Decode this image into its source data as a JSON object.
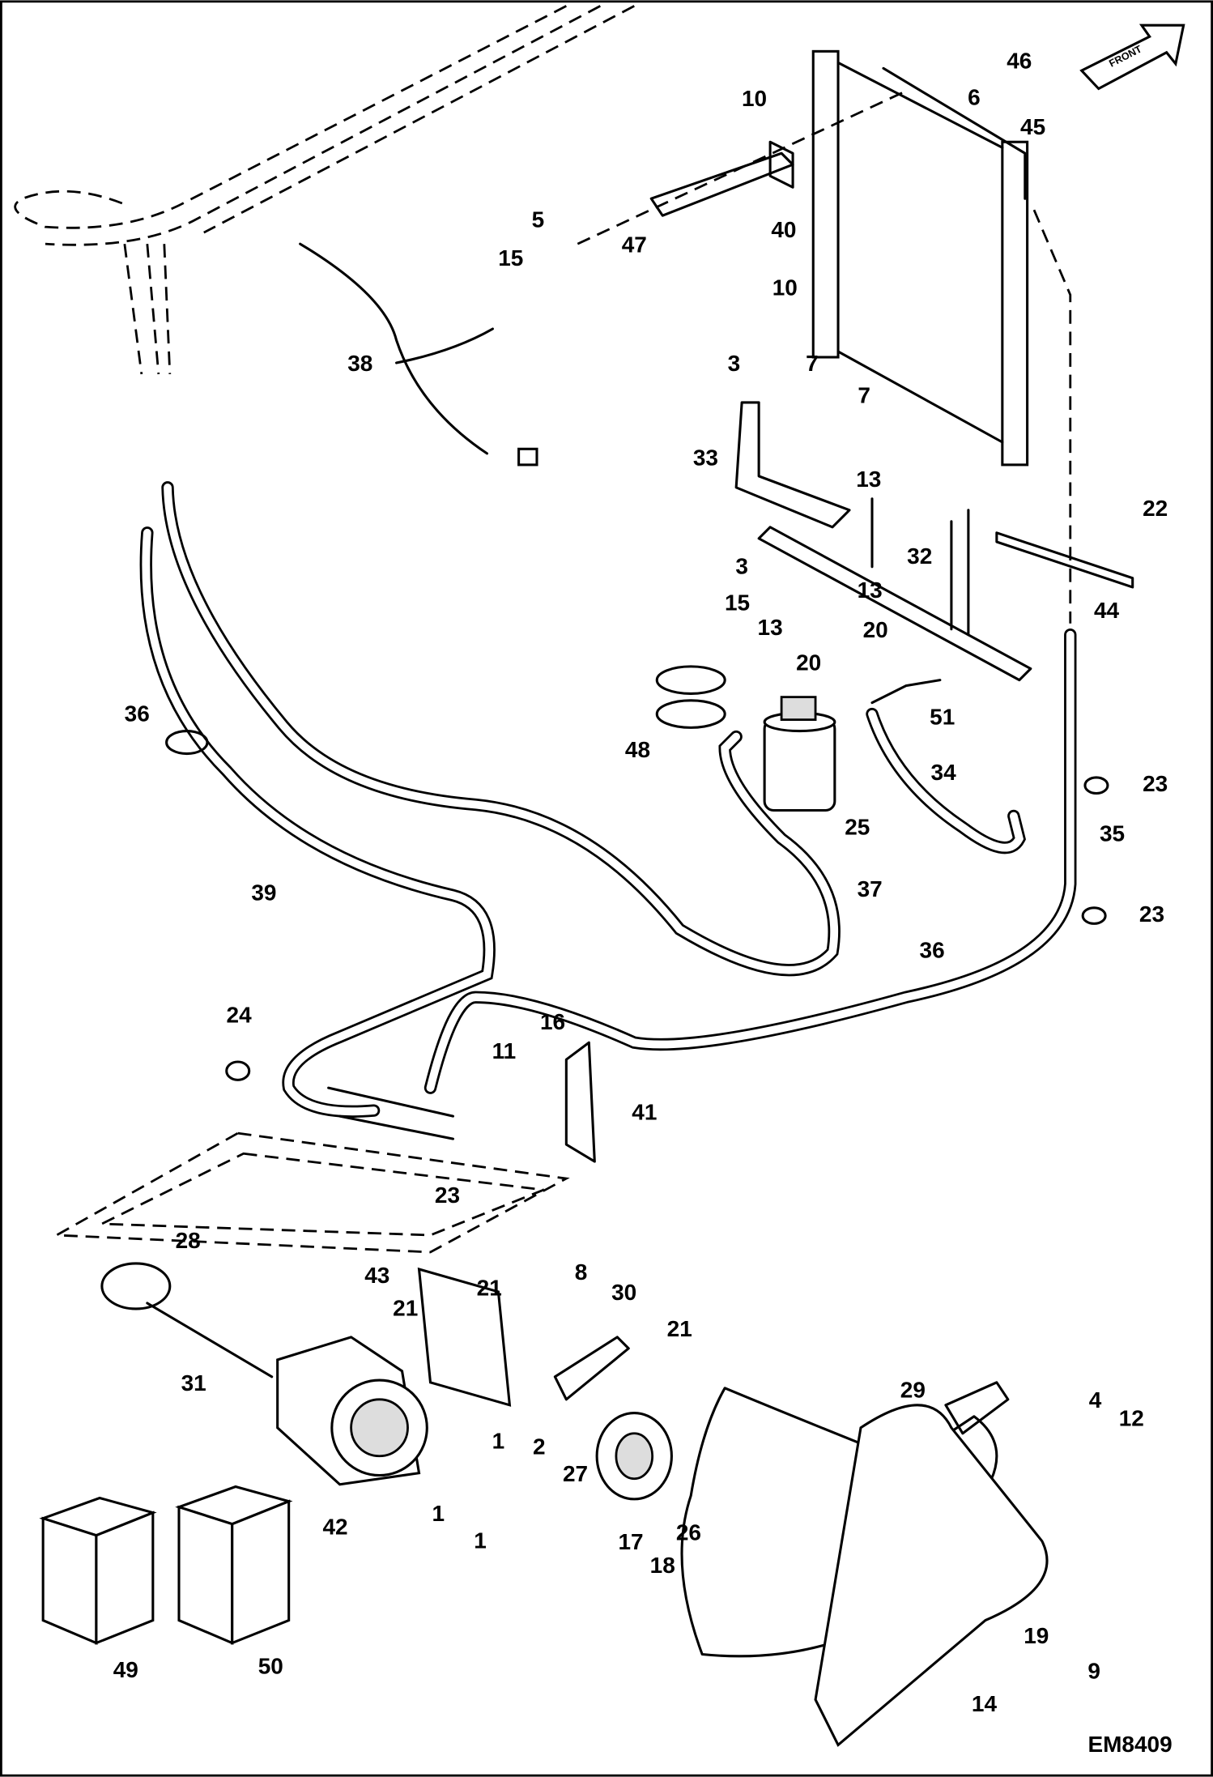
{
  "drawing_code": "EM8409",
  "orientation_arrow": {
    "label": "FRONT"
  },
  "callouts": [
    "46",
    "6",
    "45",
    "10",
    "40",
    "5",
    "15",
    "47",
    "10",
    "38",
    "3",
    "7",
    "7",
    "33",
    "13",
    "22",
    "32",
    "3",
    "15",
    "13",
    "13",
    "20",
    "20",
    "44",
    "36",
    "48",
    "51",
    "23",
    "34",
    "25",
    "35",
    "39",
    "37",
    "23",
    "36",
    "24",
    "16",
    "11",
    "41",
    "23",
    "28",
    "43",
    "21",
    "8",
    "30",
    "21",
    "21",
    "31",
    "4",
    "12",
    "29",
    "1",
    "2",
    "27",
    "42",
    "1",
    "1",
    "17",
    "26",
    "18",
    "19",
    "9",
    "14",
    "49",
    "50"
  ]
}
